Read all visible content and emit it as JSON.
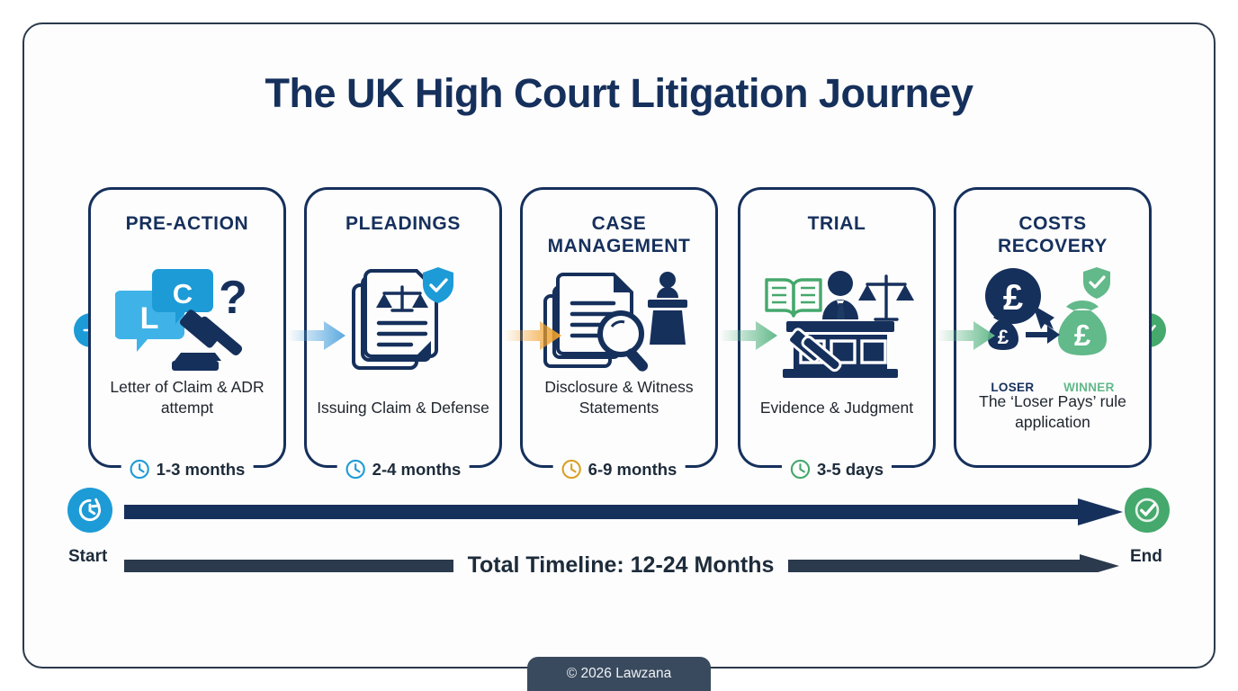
{
  "header": {
    "title": "The UK High Court Litigation Journey"
  },
  "markers": {
    "entry": {
      "icon": "arrow-right-circle-icon",
      "color": "#1d9bd7"
    },
    "exit": {
      "icon": "check-circle-icon",
      "color": "#45a86c"
    }
  },
  "stages": [
    {
      "title": "PRE-ACTION",
      "description": "Letter of Claim & ADR attempt",
      "duration": "1-3 months",
      "clock_color": "#1d9bd7",
      "icon": "speech-bubbles-gavel-icon",
      "bubble_letters": [
        "L",
        "C"
      ],
      "question_mark": "?"
    },
    {
      "title": "PLEADINGS",
      "description": "Issuing Claim & Defense",
      "duration": "2-4 months",
      "clock_color": "#1d9bd7",
      "icon": "document-scales-shield-icon"
    },
    {
      "title": "CASE MANAGEMENT",
      "description": "Disclosure & Witness Statements",
      "duration": "6-9 months",
      "clock_color": "#d9a026",
      "icon": "documents-magnifier-podium-icon"
    },
    {
      "title": "TRIAL",
      "description": "Evidence & Judgment",
      "duration": "3-5 days",
      "clock_color": "#45a86c",
      "icon": "courtroom-bench-gavel-icon"
    },
    {
      "title": "COSTS RECOVERY",
      "description": "The ‘Loser Pays’ rule application",
      "duration": "",
      "clock_color": "",
      "icon": "money-transfer-icon",
      "loser_label": "LOSER",
      "winner_label": "WINNER",
      "currency_symbol": "£"
    }
  ],
  "connectors": [
    {
      "name": "arrow-1",
      "color": "#5aa9e0"
    },
    {
      "name": "arrow-2",
      "color": "#f0a02a"
    },
    {
      "name": "arrow-3",
      "color": "#62b98a"
    },
    {
      "name": "arrow-4",
      "color": "#62b98a"
    }
  ],
  "timeline": {
    "start_label": "Start",
    "end_label": "End",
    "total_label": "Total Timeline: 12-24 Months",
    "start_icon": "clock-refresh-icon",
    "end_icon": "check-circle-icon",
    "bar_color": "#16305c",
    "line_color": "#2b3a4d"
  },
  "footer": {
    "copyright": "© 2026 Lawzana"
  },
  "colors": {
    "navy": "#16305c",
    "blue": "#1d9bd7",
    "light_blue": "#3fb3e8",
    "green": "#45a86c",
    "light_green": "#62b98a",
    "amber": "#d9a026",
    "frame": "#2b3a4d",
    "footer_bg": "#3a4a5e"
  }
}
